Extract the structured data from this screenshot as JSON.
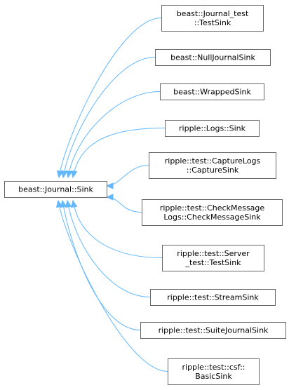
{
  "base": {
    "lines": [
      "beast::Journal::Sink"
    ]
  },
  "derived": [
    {
      "lines": [
        "beast::Journal_test",
        "::TestSink"
      ]
    },
    {
      "lines": [
        "beast::NullJournalSink"
      ]
    },
    {
      "lines": [
        "beast::WrappedSink"
      ]
    },
    {
      "lines": [
        "ripple::Logs::Sink"
      ]
    },
    {
      "lines": [
        "ripple::test::CaptureLogs",
        "::CaptureSink"
      ]
    },
    {
      "lines": [
        "ripple::test::CheckMessage",
        "Logs::CheckMessageSink"
      ]
    },
    {
      "lines": [
        "ripple::test::Server",
        "_test::TestSink"
      ]
    },
    {
      "lines": [
        "ripple::test::StreamSink"
      ]
    },
    {
      "lines": [
        "ripple::test::SuiteJournalSink"
      ]
    },
    {
      "lines": [
        "ripple::test::csf::",
        "BasicSink"
      ]
    }
  ],
  "colors": {
    "edge": "#63b8ff",
    "node_border": "#666666",
    "node_fill": "#ffffff"
  }
}
